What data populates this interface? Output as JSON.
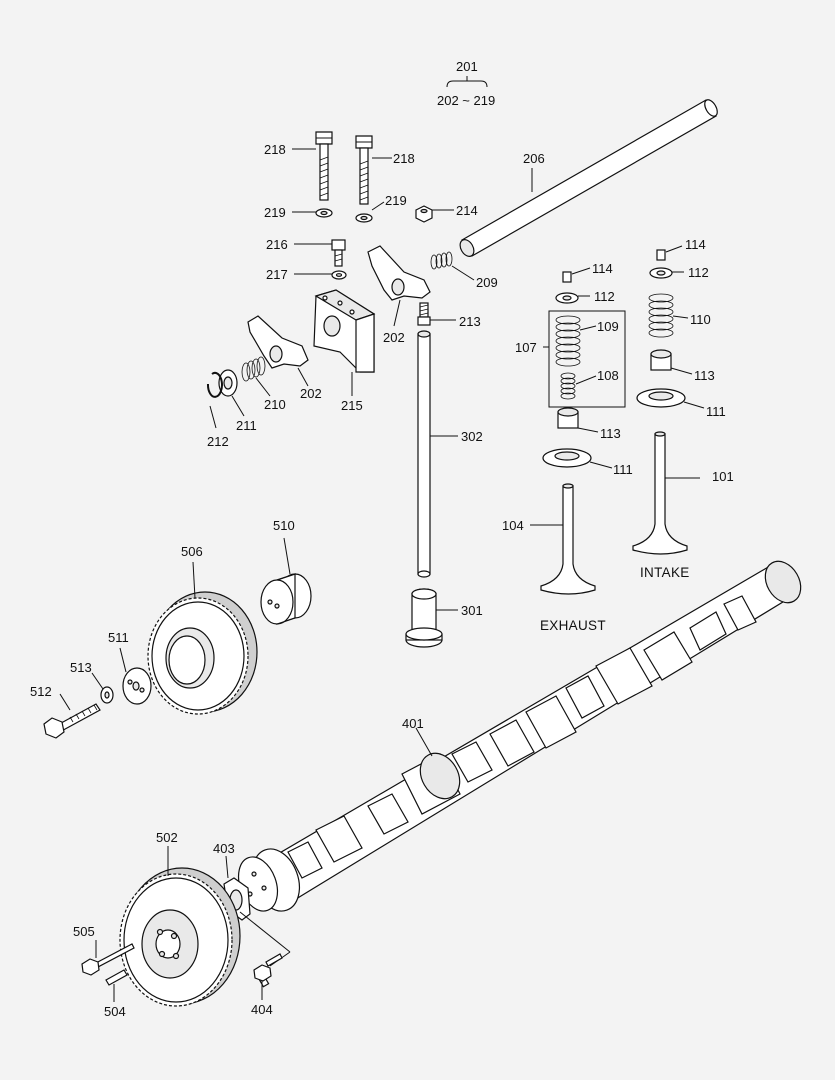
{
  "labels": {
    "l201": "201",
    "l202_219": "202 ~ 219",
    "l218a": "218",
    "l218b": "218",
    "l219a": "219",
    "l219b": "219",
    "l216": "216",
    "l217": "217",
    "l214": "214",
    "l206": "206",
    "l209": "209",
    "l213": "213",
    "l202a": "202",
    "l202b": "202",
    "l210": "210",
    "l211": "211",
    "l212": "212",
    "l215": "215",
    "l302": "302",
    "l301": "301",
    "l114a": "114",
    "l114b": "114",
    "l112a": "112",
    "l112b": "112",
    "l107": "107",
    "l109": "109",
    "l108": "108",
    "l110": "110",
    "l113a": "113",
    "l113b": "113",
    "l111a": "111",
    "l111b": "111",
    "l101": "101",
    "l104": "104",
    "l510": "510",
    "l506": "506",
    "l511": "511",
    "l513": "513",
    "l512": "512",
    "l401": "401",
    "l502": "502",
    "l403": "403",
    "l505": "505",
    "l504": "504",
    "l404": "404"
  },
  "captions": {
    "intake": "INTAKE",
    "exhaust": "EXHAUST"
  }
}
